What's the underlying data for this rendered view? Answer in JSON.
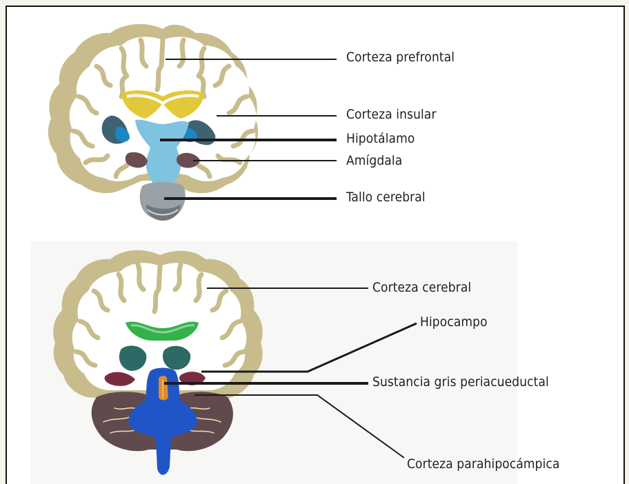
{
  "labels": {
    "top": {
      "prefrontal": "Corteza prefrontal",
      "insular": "Corteza insular",
      "hipotalamo": "Hipotálamo",
      "amigdala": "Amígdala",
      "tallo": "Tallo cerebral"
    },
    "bottom": {
      "cerebral": "Corteza cerebral",
      "hipocampo": "Hipocampo",
      "sustancia": "Sustancia gris periacueductal",
      "parahipocampica": "Corteza parahipocámpica"
    }
  },
  "colors": {
    "cortex": "#c8bc8c",
    "yellow_structure": "#e3c93a",
    "light_blue": "#7ec3df",
    "dark_teal": "#3e6271",
    "mid_blue": "#1b86c6",
    "amygdala_brown": "#6b4c50",
    "brainstem_gray": "#9aa2a8",
    "hippocampus_green": "#33b24a",
    "bottom_teal": "#2f6966",
    "cerebellum_brown": "#604a4d",
    "bottom_blue": "#1f55c6",
    "pag_orange": "#e08a2a",
    "maroon": "#7a2c3f"
  }
}
